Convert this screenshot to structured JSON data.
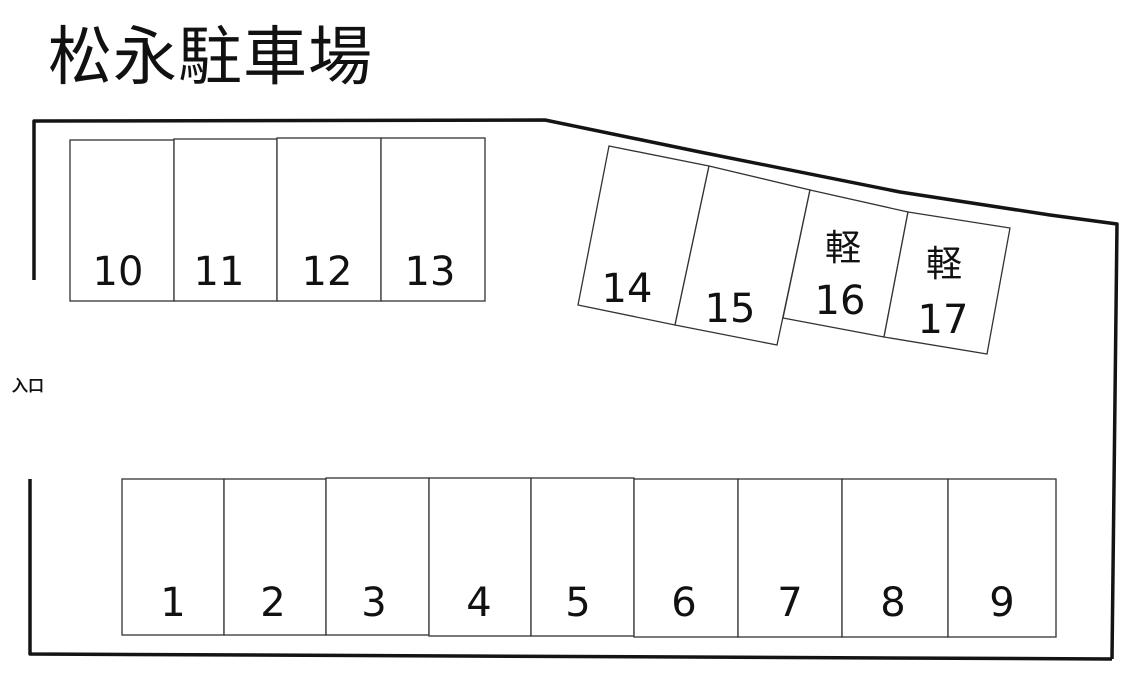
{
  "title": "松永駐車場",
  "entrance_label": "入口",
  "kei_label": "軽",
  "colors": {
    "line": "#141414",
    "slot_border": "#333333",
    "background": "#ffffff"
  },
  "slots": [
    {
      "id": "1",
      "label": "1",
      "kei": false
    },
    {
      "id": "2",
      "label": "2",
      "kei": false
    },
    {
      "id": "3",
      "label": "3",
      "kei": false
    },
    {
      "id": "4",
      "label": "4",
      "kei": false
    },
    {
      "id": "5",
      "label": "5",
      "kei": false
    },
    {
      "id": "6",
      "label": "6",
      "kei": false
    },
    {
      "id": "7",
      "label": "7",
      "kei": false
    },
    {
      "id": "8",
      "label": "8",
      "kei": false
    },
    {
      "id": "9",
      "label": "9",
      "kei": false
    },
    {
      "id": "10",
      "label": "10",
      "kei": false
    },
    {
      "id": "11",
      "label": "11",
      "kei": false
    },
    {
      "id": "12",
      "label": "12",
      "kei": false
    },
    {
      "id": "13",
      "label": "13",
      "kei": false
    },
    {
      "id": "14",
      "label": "14",
      "kei": false
    },
    {
      "id": "15",
      "label": "15",
      "kei": false
    },
    {
      "id": "16",
      "label": "16",
      "kei": true
    },
    {
      "id": "17",
      "label": "17",
      "kei": true
    }
  ]
}
